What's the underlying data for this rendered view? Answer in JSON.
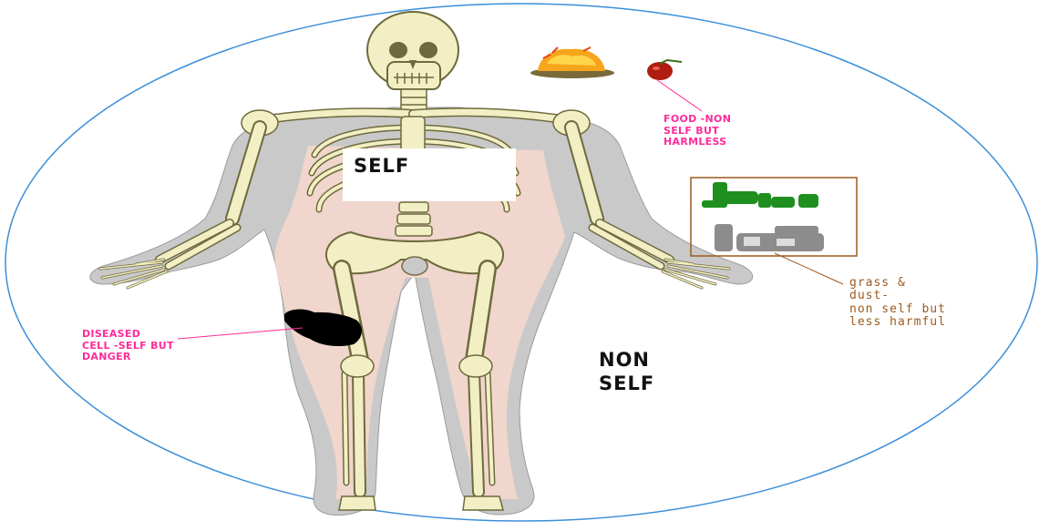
{
  "labels": {
    "self": "SELF",
    "non_self": "NON\nSELF",
    "food": "FOOD -NON\nSELF BUT\nHARMLESS",
    "grass_dust": "grass &\ndust-\nnon self but\nless harmful",
    "diseased_cell": "DISEASED\nCELL -SELF BUT\nDANGER"
  },
  "colors": {
    "circle": "#3b8fd8",
    "pink_label": "#ff2a9a",
    "brown_label": "#9c5a1f",
    "bone": "#f3efc4",
    "bone_outline": "#6e6a3e",
    "body_shadow": "#c9c9c9",
    "flesh": "#f0d6cc",
    "grass": "#1f8f1f",
    "dust": "#8c8c8c",
    "tumor": "#000000"
  },
  "icons": {
    "skeleton": "human-skeleton-icon",
    "food_bowl": "food-bowl-icon",
    "apple": "apple-icon",
    "grass": "grass-icon",
    "dust": "dust-icon",
    "diseased_cell": "diseased-cell-blob"
  }
}
